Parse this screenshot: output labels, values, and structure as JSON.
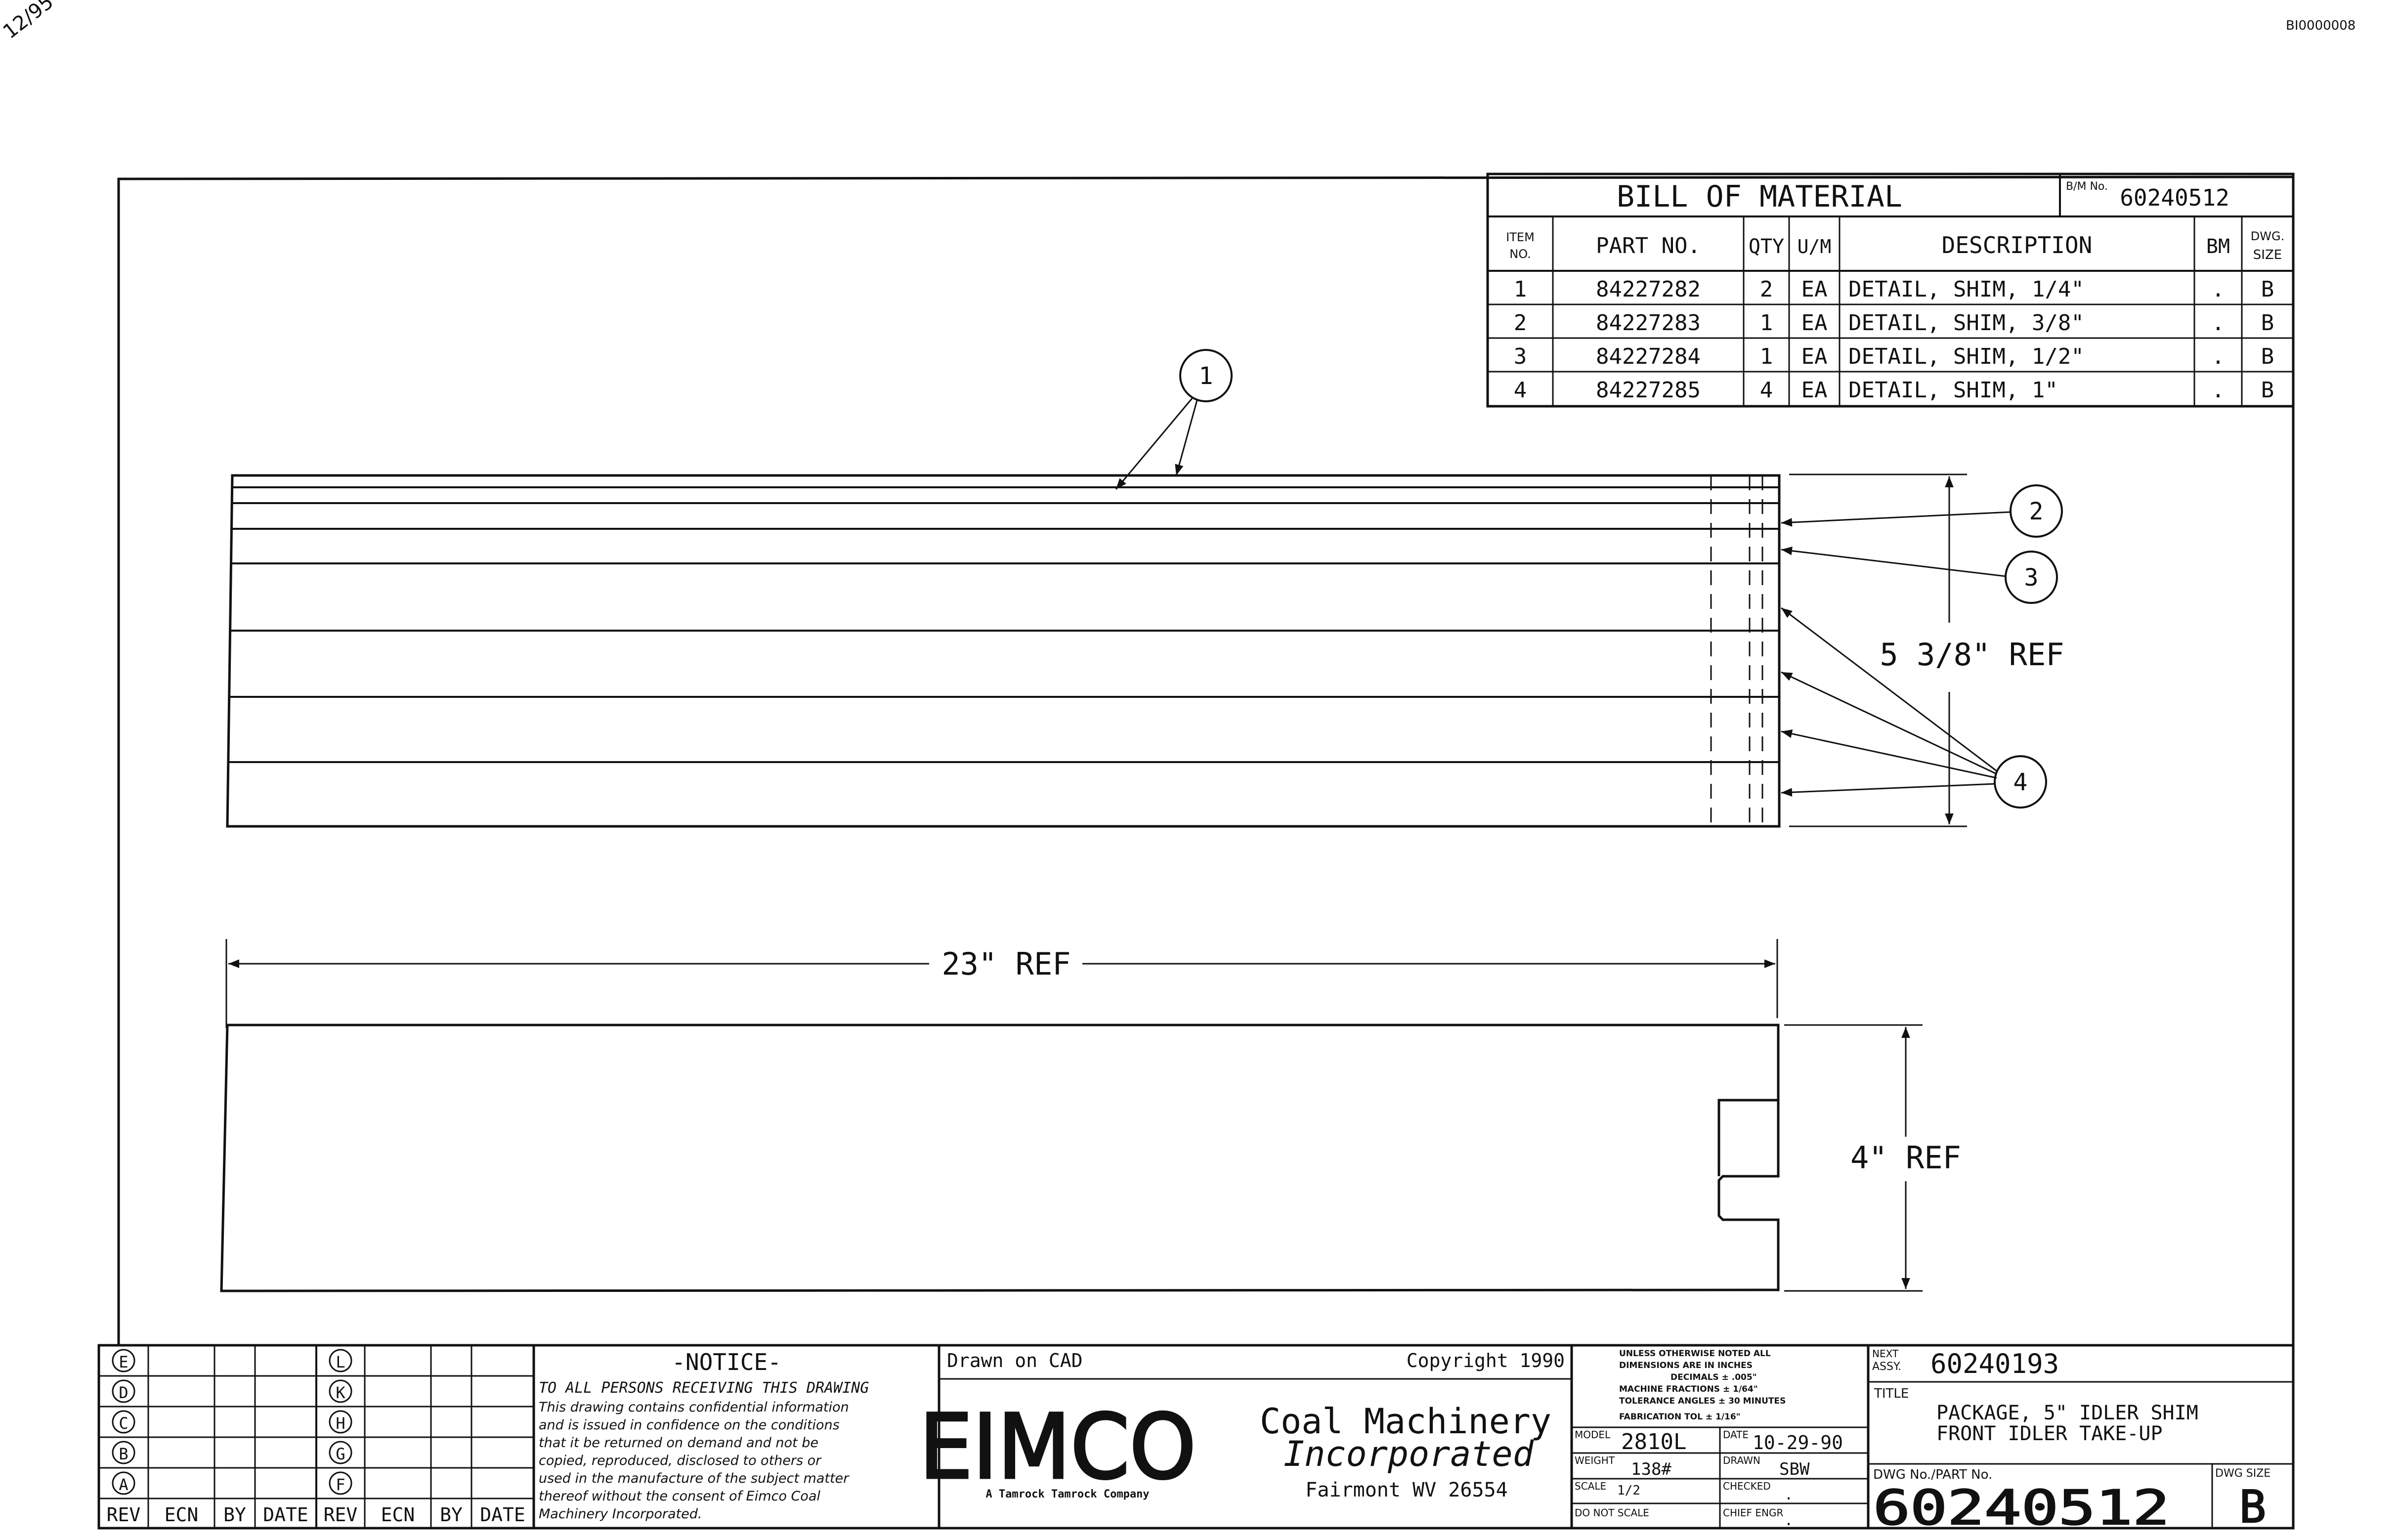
{
  "page": {
    "corner_mark": "12/95",
    "doc_code": "BI0000008"
  },
  "bom": {
    "title": "BILL OF MATERIAL",
    "bm_no_label": "B/M No.",
    "bm_no": "60240512",
    "headers": {
      "item_a": "ITEM",
      "item_b": "NO.",
      "part": "PART NO.",
      "qty": "QTY",
      "um": "U/M",
      "desc": "DESCRIPTION",
      "bm": "BM",
      "dwg_a": "DWG.",
      "dwg_b": "SIZE"
    },
    "rows": [
      {
        "item": "1",
        "part": "84227282",
        "qty": "2",
        "um": "EA",
        "desc": "DETAIL, SHIM, 1/4\"",
        "bm": ".",
        "size": "B"
      },
      {
        "item": "2",
        "part": "84227283",
        "qty": "1",
        "um": "EA",
        "desc": "DETAIL, SHIM, 3/8\"",
        "bm": ".",
        "size": "B"
      },
      {
        "item": "3",
        "part": "84227284",
        "qty": "1",
        "um": "EA",
        "desc": "DETAIL, SHIM, 1/2\"",
        "bm": ".",
        "size": "B"
      },
      {
        "item": "4",
        "part": "84227285",
        "qty": "4",
        "um": "EA",
        "desc": "DETAIL, SHIM, 1\"",
        "bm": ".",
        "size": "B"
      }
    ]
  },
  "balloons": {
    "b1": "1",
    "b2": "2",
    "b3": "3",
    "b4": "4"
  },
  "dims": {
    "height": "5 3/8\" REF",
    "length": "23\" REF",
    "width": "4\" REF"
  },
  "revision": {
    "left_letters": [
      "E",
      "D",
      "C",
      "B",
      "A"
    ],
    "right_letters": [
      "L",
      "K",
      "H",
      "G",
      "F"
    ],
    "headers": [
      "REV",
      "ECN",
      "BY",
      "DATE",
      "REV",
      "ECN",
      "BY",
      "DATE"
    ]
  },
  "notice": {
    "title": "-NOTICE-",
    "heading": "TO ALL PERSONS RECEIVING THIS DRAWING",
    "lines": [
      "This drawing contains confidential information",
      "and is issued in confidence on the conditions",
      "that it be returned on demand and not be",
      "copied, reproduced, disclosed to others or",
      "used in the manufacture of the subject matter",
      "thereof without the consent of Eimco Coal",
      "Machinery Incorporated."
    ]
  },
  "company": {
    "drawn_on": "Drawn on CAD",
    "copyright": "Copyright 1990",
    "logo": "EIMCO",
    "name_line1": "Coal Machinery",
    "name_line2": "Incorporated",
    "location": "Fairmont WV 26554",
    "subsidiary": "A Tamrock Tamrock Company"
  },
  "tolerance": {
    "lines": [
      "UNLESS OTHERWISE NOTED ALL",
      "DIMENSIONS ARE IN INCHES",
      "DECIMALS ± .005\"",
      "MACHINE  FRACTIONS ± 1/64\"",
      "TOLERANCE  ANGLES ± 30 MINUTES",
      "FABRICATION TOL ± 1/16\""
    ]
  },
  "titleblock": {
    "model_label": "MODEL",
    "model": "2810L",
    "date_label": "DATE",
    "date": "10-29-90",
    "weight_label": "WEIGHT",
    "weight": "138#",
    "drawn_label": "DRAWN",
    "drawn": "SBW",
    "scale_label": "SCALE",
    "scale": "1/2",
    "checked_label": "CHECKED",
    "checked": ".",
    "dns": "DO NOT SCALE",
    "chief_label": "CHIEF ENGR",
    "chief": ".",
    "next_assy_label_a": "NEXT",
    "next_assy_label_b": "ASSY.",
    "next_assy": "60240193",
    "title_label": "TITLE",
    "title_line1": "PACKAGE, 5\" IDLER SHIM",
    "title_line2": "FRONT IDLER TAKE-UP",
    "dwg_label": "DWG No./PART No.",
    "dwg_no": "60240512",
    "size_label": "DWG SIZE",
    "size": "B"
  }
}
